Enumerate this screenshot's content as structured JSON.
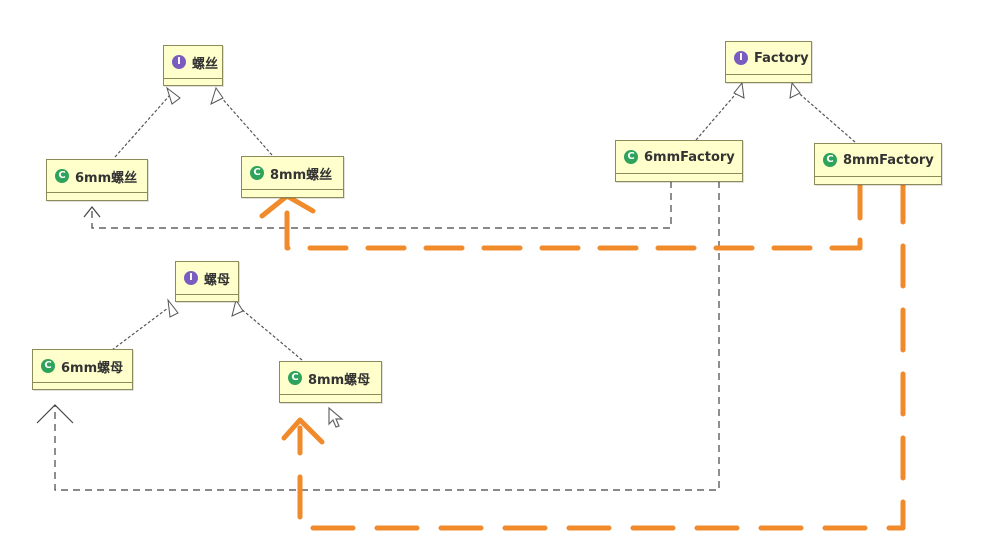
{
  "nodes": {
    "screw_interface": "螺丝",
    "screw_6mm": "6mm螺丝",
    "screw_8mm": "8mm螺丝",
    "nut_interface": "螺母",
    "nut_6mm": "6mm螺母",
    "nut_8mm": "8mm螺母",
    "factory_interface": "Factory",
    "factory_6mm": "6mmFactory",
    "factory_8mm": "8mmFactory"
  },
  "badges": {
    "interface": "I",
    "class": "C"
  },
  "colors": {
    "node_fill": "#ffffcc",
    "node_border": "#8a8a5a",
    "interface_badge": "#7a5bbf",
    "class_badge": "#2ea35b",
    "highlight": "#f08a2a",
    "line": "#444444"
  },
  "cursor_icon": "mouse-pointer-icon"
}
